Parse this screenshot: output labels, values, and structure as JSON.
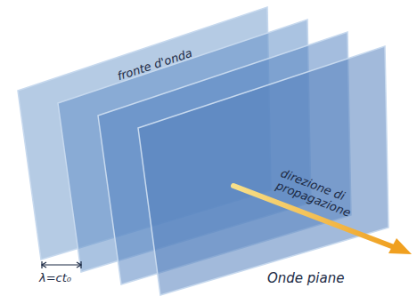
{
  "diagram": {
    "labels": [
      "fronte d'onda",
      "direzione di propagazione",
      "λ=ct₀",
      "Onde piane"
    ]
  }
}
